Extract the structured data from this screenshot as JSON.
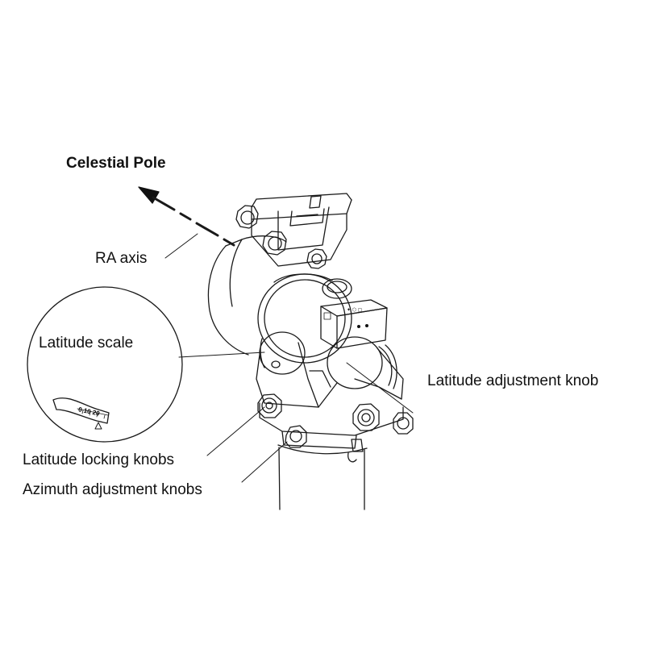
{
  "labels": {
    "celestial_pole": "Celestial Pole",
    "ra_axis": "RA axis",
    "latitude_scale": "Latitude scale",
    "latitude_adjustment_knob": "Latitude adjustment knob",
    "latitude_locking_knobs": "Latitude locking knobs",
    "azimuth_adjustment_knobs": "Azimuth adjustment knobs"
  },
  "scale_marks": {
    "m0": "0",
    "m10": "10",
    "m20": "20"
  },
  "colors": {
    "line": "#1a1a1a",
    "background": "#ffffff"
  }
}
